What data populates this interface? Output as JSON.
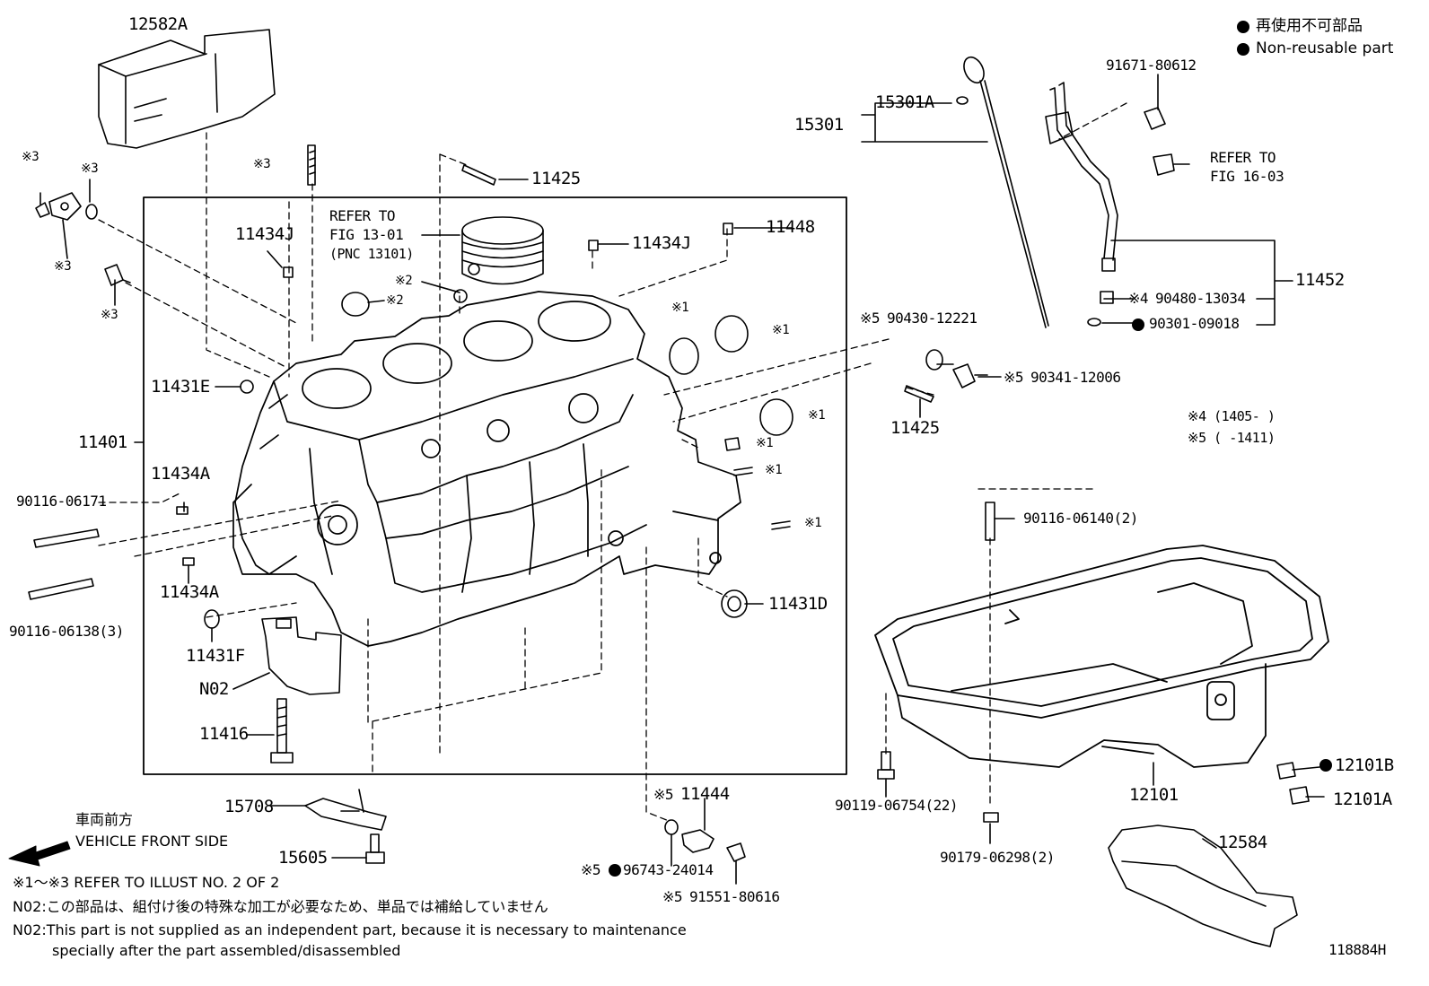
{
  "legend": {
    "jp": "再使用不可部品",
    "en": "Non-reusable part"
  },
  "parts": {
    "p12582A": "12582A",
    "p91671_80612": "91671-80612",
    "p15301": "15301",
    "p15301A": "15301A",
    "refer_fig16_l1": "REFER TO",
    "refer_fig16_l2": "FIG 16-03",
    "p11452": "11452",
    "p90480": "90480-13034",
    "p90301": "90301-09018",
    "p90430": "90430-12221",
    "p90341": "90341-12006",
    "p11425_right": "11425",
    "p11425_top": "11425",
    "refer_fig13_l1": "REFER TO",
    "refer_fig13_l2": "FIG 13-01",
    "refer_fig13_l3": "(PNC 13101)",
    "p11434J_left": "11434J",
    "p11434J_mid": "11434J",
    "p11448": "11448",
    "p11431E": "11431E",
    "p11401": "11401",
    "p11434A_a": "11434A",
    "p11434A_b": "11434A",
    "p90116_06171": "90116-06171",
    "p90116_06138": "90116-06138(3)",
    "p11431F": "11431F",
    "pN02": "N02",
    "p11416": "11416",
    "p11431D": "11431D",
    "p90116_06140": "90116-06140(2)",
    "p90119": "90119-06754(22)",
    "p90179": "90179-06298(2)",
    "p12101": "12101",
    "p12101B": "12101B",
    "p12101A": "12101A",
    "p12584": "12584",
    "p15708": "15708",
    "p15605": "15605",
    "p11444": "11444",
    "p96743": "96743-24014",
    "p91551": "91551-80616",
    "m_x3_a": "※3",
    "m_x3_b": "※3",
    "m_x3_c": "※3",
    "m_x3_d": "※3",
    "m_x3_e": "※3",
    "m_x2_a": "※2",
    "m_x2_b": "※2",
    "m_x1_a": "※1",
    "m_x1_b": "※1",
    "m_x1_c": "※1",
    "m_x1_d": "※1",
    "m_x1_e": "※1",
    "m_x1_f": "※1",
    "m_x4": "※4",
    "m_x5_a": "※5",
    "m_x5_b": "※5",
    "m_x5_c": "※5",
    "m_x5_d": "※5",
    "m_x5_e": "※5"
  },
  "notes": {
    "x4": "※4 (1405-      )",
    "x5": "※5 (      -1411)",
    "front_jp": "車両前方",
    "front_en": "VEHICLE FRONT SIDE",
    "refer_illust": "※1～※3  REFER TO ILLUST NO. 2 OF 2",
    "n02_jp": "N02:この部品は、組付け後の特殊な加工が必要なため、単品では補給していません",
    "n02_en_1": "N02:This part is not supplied as an independent part, because it is necessary to maintenance",
    "n02_en_2": "specially after the part assembled/disassembled",
    "illus_id": "118884H"
  }
}
